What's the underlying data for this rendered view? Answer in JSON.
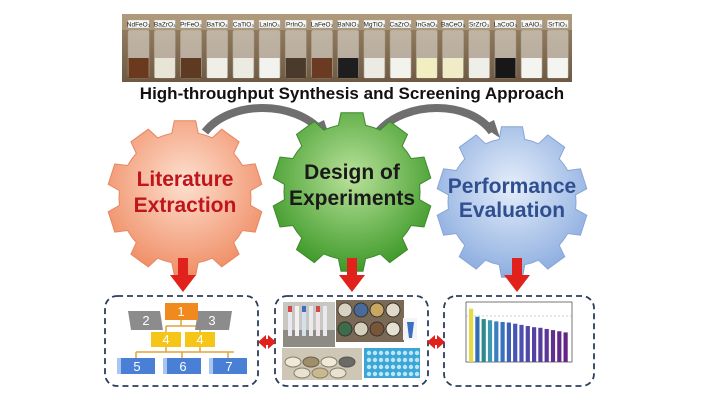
{
  "header": {
    "title": "High-throughput Synthesis and Screening Approach"
  },
  "vials": [
    {
      "label": "NdFeO₃",
      "powder": "#6b3a1e"
    },
    {
      "label": "BaZrO₃",
      "powder": "#e8e4d6"
    },
    {
      "label": "PrFeO₃",
      "powder": "#5e3a22"
    },
    {
      "label": "BaTiO₃",
      "powder": "#efefe8"
    },
    {
      "label": "CaTiO₃",
      "powder": "#ecebe2"
    },
    {
      "label": "LaInO₃",
      "powder": "#f2f2ee"
    },
    {
      "label": "PrInO₃",
      "powder": "#4a3a2c"
    },
    {
      "label": "LaFeO₃",
      "powder": "#6a3b22"
    },
    {
      "label": "BaNiO₃",
      "powder": "#1e1e1e"
    },
    {
      "label": "MgTiO₃",
      "powder": "#ebebe4"
    },
    {
      "label": "CaZrO₃",
      "powder": "#f3f3ee"
    },
    {
      "label": "InGaO₃",
      "powder": "#f1eec2"
    },
    {
      "label": "BaCeO₃",
      "powder": "#f0ecc8"
    },
    {
      "label": "SrZrO₃",
      "powder": "#efefea"
    },
    {
      "label": "LaCoO₃",
      "powder": "#171717"
    },
    {
      "label": "LaAlO₃",
      "powder": "#f4f4f0"
    },
    {
      "label": "SrTiO₃",
      "powder": "#f4f4f0"
    }
  ],
  "gears": [
    {
      "line1": "Literature",
      "line2": "Extraction",
      "text_color": "#c0151d",
      "fill": "#f4a98a"
    },
    {
      "line1": "Design of",
      "line2": "Experiments",
      "text_color": "#1a1a1a",
      "fill": "#5fae3e"
    },
    {
      "line1": "Performance",
      "line2": "Evaluation",
      "text_color": "#2f4f8f",
      "fill": "#a9c1e6"
    }
  ],
  "hierarchy": {
    "top": "1",
    "level2": [
      "2",
      "3"
    ],
    "level3": [
      "4",
      "4"
    ],
    "level4": [
      "5",
      "6",
      "7"
    ]
  },
  "colors": {
    "arrow_red": "#e0211c",
    "curved_arrow": "#6f6f6f",
    "box_border": "#2c3e5c",
    "orange_block": "#f08a1f",
    "yellow_block": "#f5c518",
    "blue_block": "#4a7fd6",
    "gray_block": "#8c8c8c"
  }
}
